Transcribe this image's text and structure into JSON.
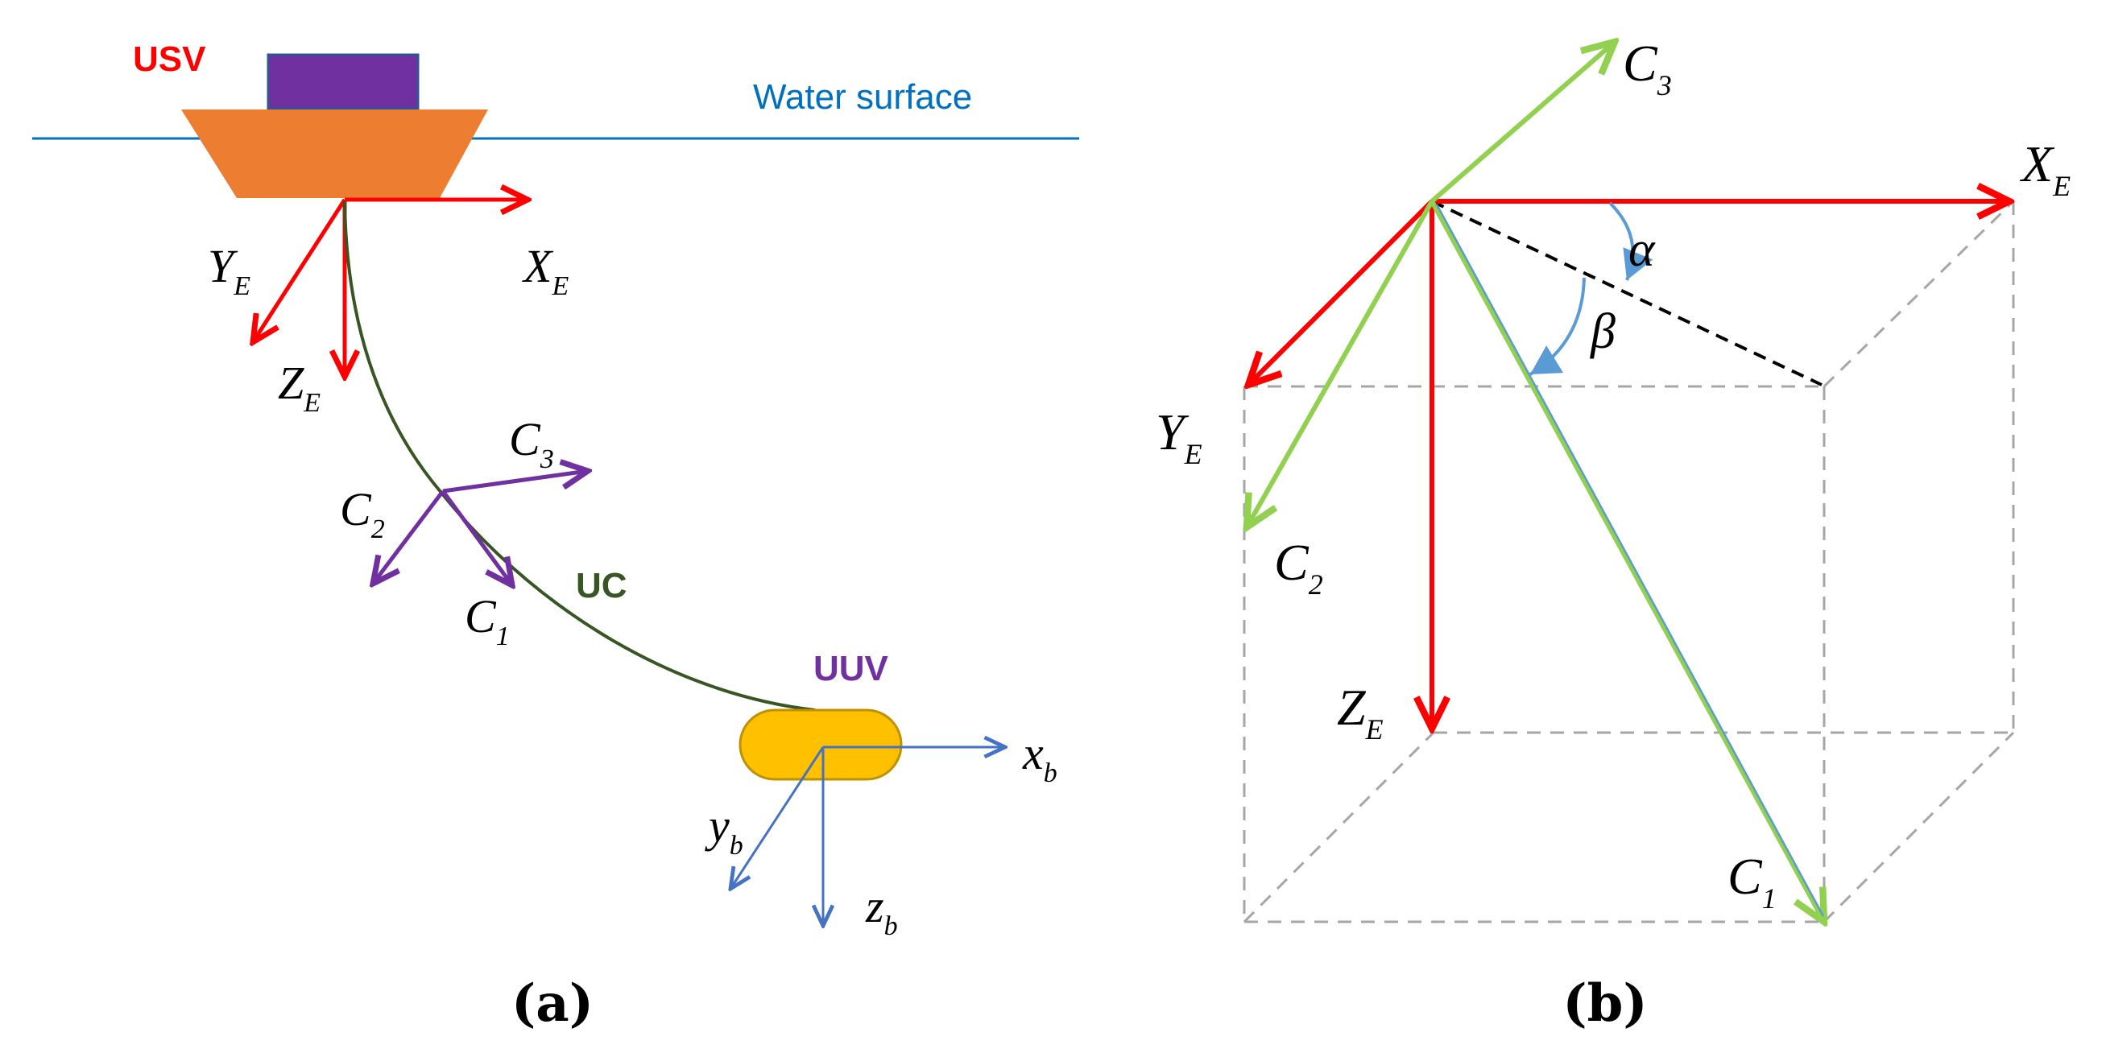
{
  "colors": {
    "red": "#ff0000",
    "purple": "#7030a0",
    "green_cable": "#375623",
    "blue": "#4472c4",
    "water_blue": "#0070c0",
    "light_green": "#92d050",
    "hull": "#ed7d31",
    "uuv_body": "#ffc000",
    "angle_arc": "#5b9bd5",
    "dashed_box": "#a6a6a6"
  },
  "panel_a": {
    "caption": "(a)",
    "usv_label": "USV",
    "water_label": "Water surface",
    "uc_label": "UC",
    "uuv_label": "UUV",
    "XE": {
      "base": "X",
      "sub": "E"
    },
    "YE": {
      "base": "Y",
      "sub": "E"
    },
    "ZE": {
      "base": "Z",
      "sub": "E"
    },
    "C1": {
      "base": "C",
      "sub": "1"
    },
    "C2": {
      "base": "C",
      "sub": "2"
    },
    "C3": {
      "base": "C",
      "sub": "3"
    },
    "xb": {
      "base": "x",
      "sub": "b"
    },
    "yb": {
      "base": "y",
      "sub": "b"
    },
    "zb": {
      "base": "z",
      "sub": "b"
    }
  },
  "panel_b": {
    "caption": "(b)",
    "XE": {
      "base": "X",
      "sub": "E"
    },
    "YE": {
      "base": "Y",
      "sub": "E"
    },
    "ZE": {
      "base": "Z",
      "sub": "E"
    },
    "C1": {
      "base": "C",
      "sub": "1"
    },
    "C2": {
      "base": "C",
      "sub": "2"
    },
    "C3": {
      "base": "C",
      "sub": "3"
    },
    "alpha": "α",
    "beta": "β"
  }
}
